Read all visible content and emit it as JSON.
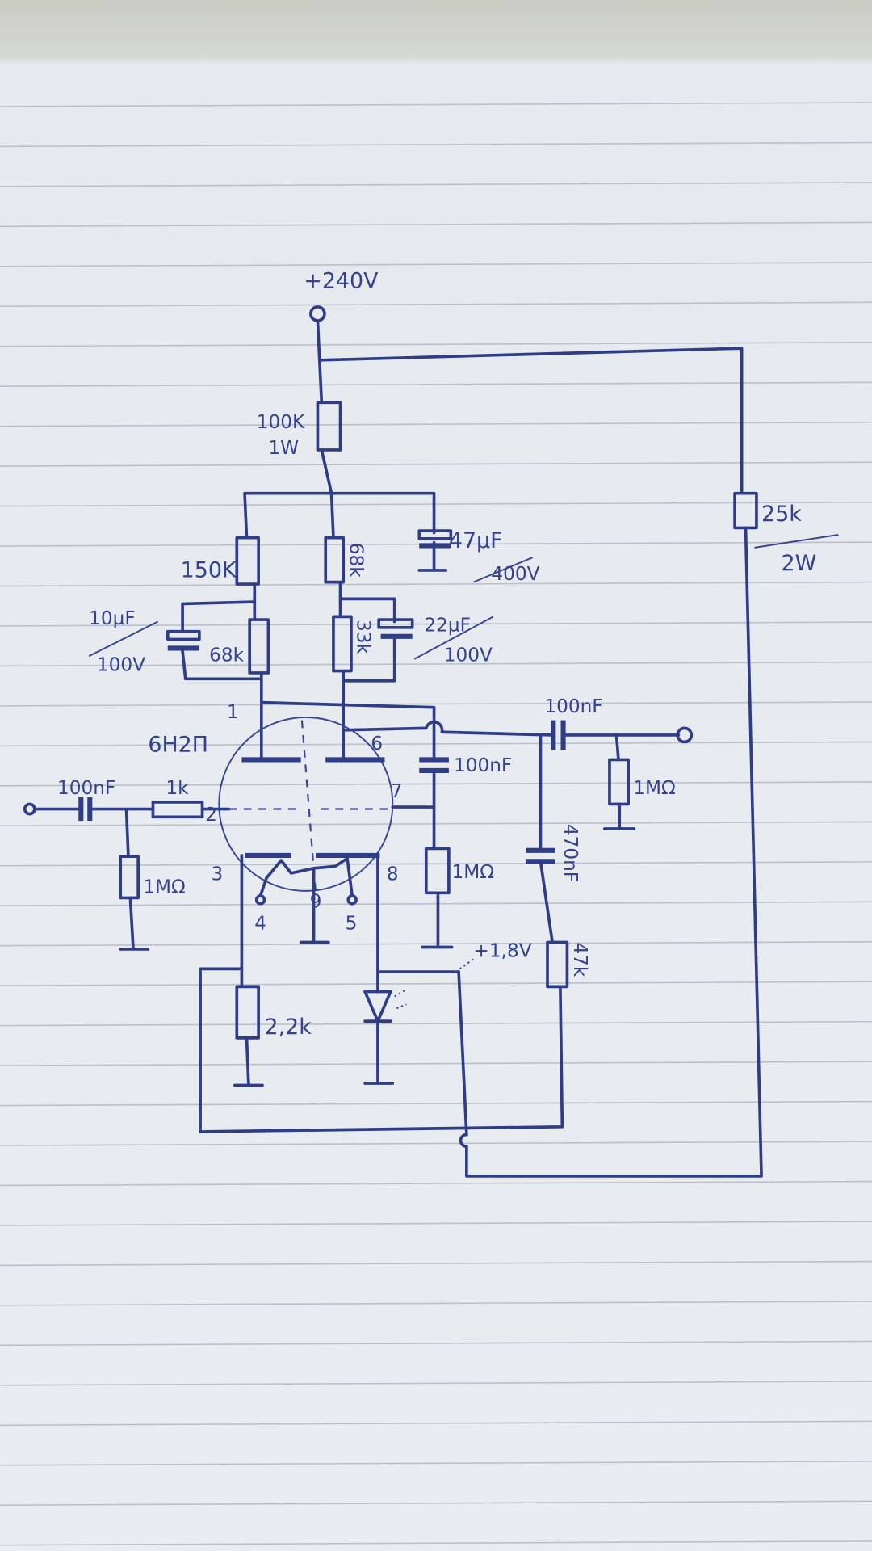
{
  "colors": {
    "ink": "#2f3c86",
    "paper": "#e9edf1",
    "rule_lines": "#b9c0cc"
  },
  "schematic": {
    "tube": "6H2П",
    "supply": "+240V",
    "pins": {
      "p1": "1",
      "p2": "2",
      "p3": "3",
      "p4": "4",
      "p5": "5",
      "p6": "6",
      "p7": "7",
      "p8": "8",
      "p9": "9"
    },
    "r_supply": "100K",
    "r_supply_w": "1W",
    "r_150k": "150K",
    "r_68k_center": "68k",
    "r_68k_left": "68k",
    "r_33k": "33k",
    "c_47": "47µF",
    "c_47_v": "400V",
    "c_10": "10µF",
    "c_10_v": "100V",
    "c_22": "22µF",
    "c_22_v": "100V",
    "c_in": "100nF",
    "r_in": "1k",
    "r_in_gnd": "1MΩ",
    "c_tube": "100nF",
    "r_grid7": "1MΩ",
    "c_out": "100nF",
    "r_out": "1MΩ",
    "c_fb": "470nF",
    "r_fb": "47k",
    "r_cathode": "2,2k",
    "led_voltage": "+1,8V",
    "r_25k": "25k",
    "r_25k_w": "2W"
  }
}
